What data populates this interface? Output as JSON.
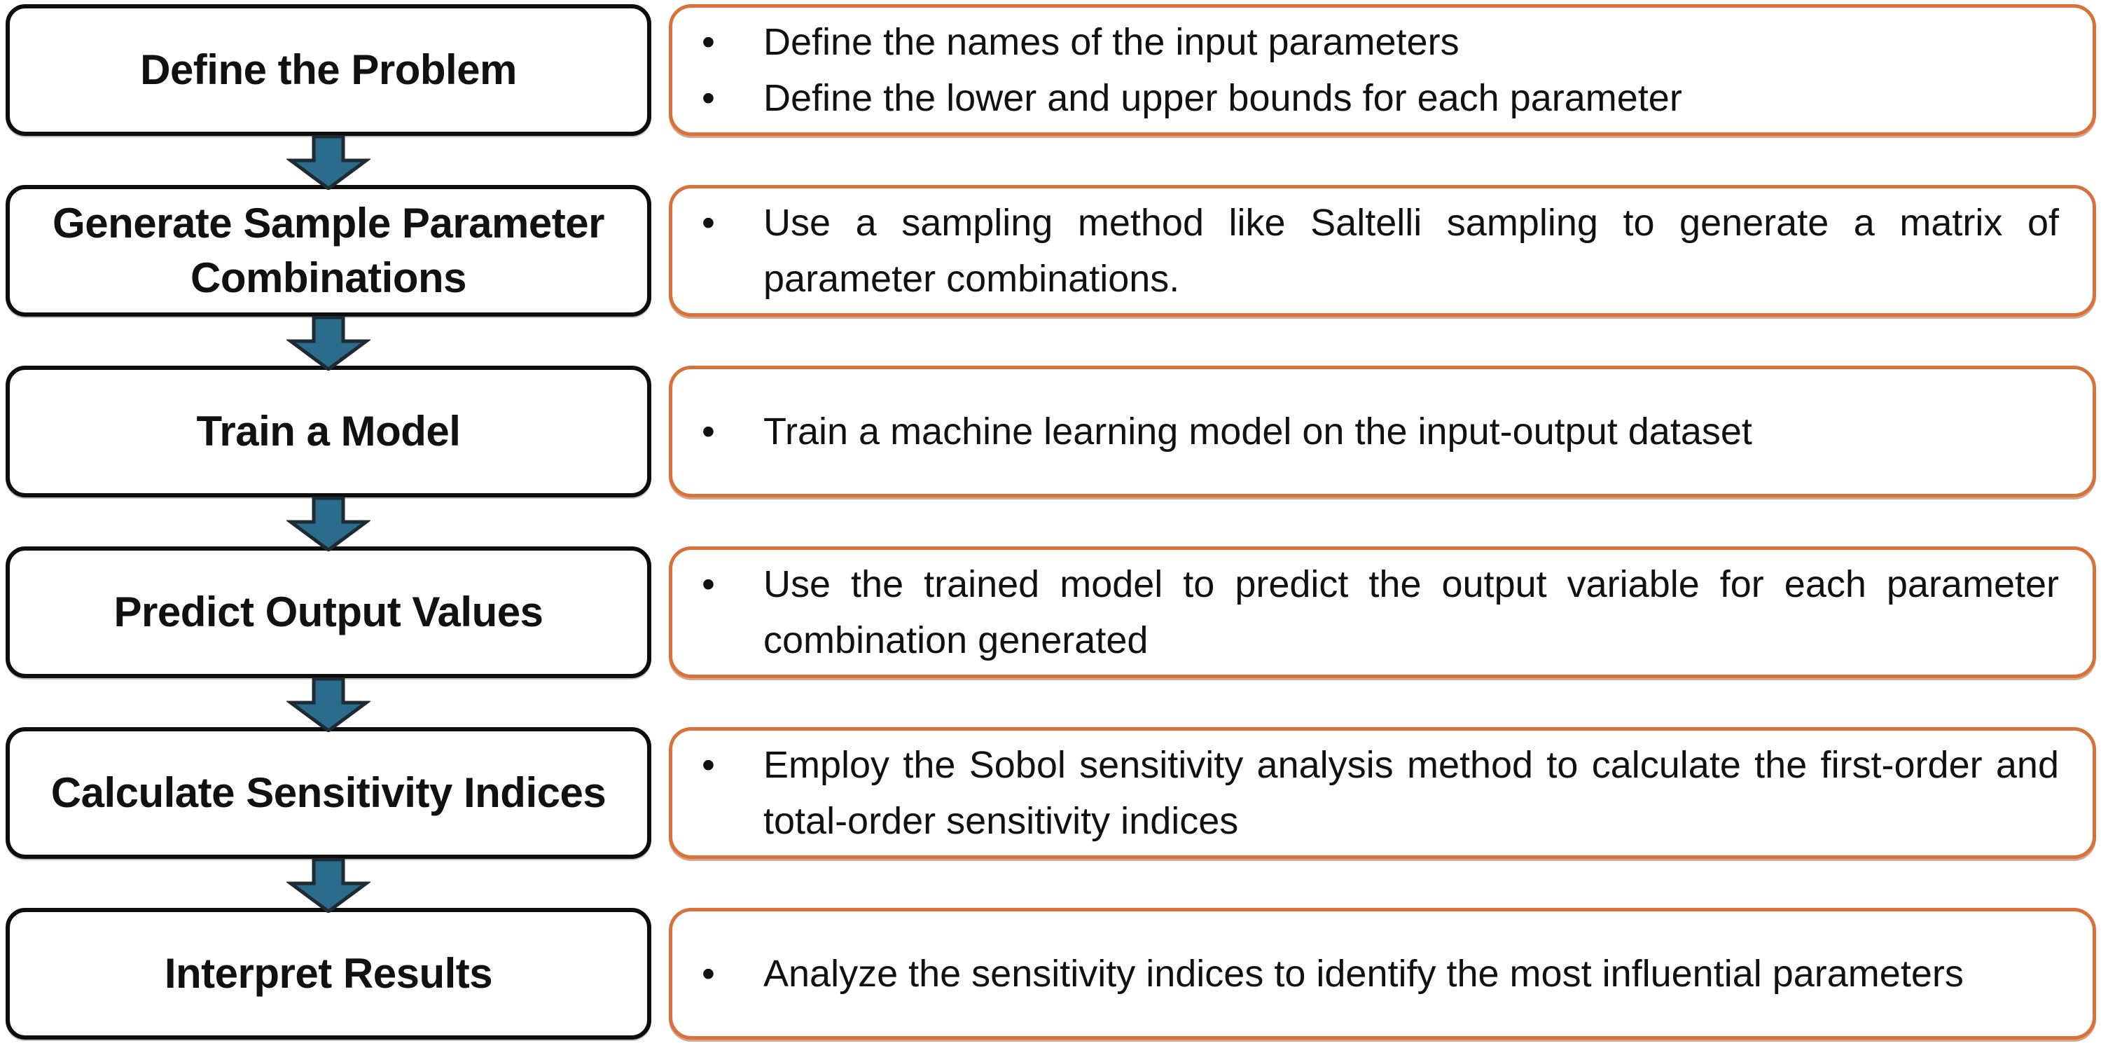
{
  "bullet_char": "•",
  "steps": [
    {
      "title": "Define the Problem",
      "bullets": [
        "Define the names of the input parameters",
        "Define the lower and upper bounds for each parameter"
      ]
    },
    {
      "title": "Generate Sample Parameter Combinations",
      "bullets": [
        "Use a sampling method like Saltelli sampling to generate a matrix of parameter combinations."
      ]
    },
    {
      "title": "Train a Model",
      "bullets": [
        "Train a machine learning model on the input-output dataset"
      ]
    },
    {
      "title": "Predict Output Values",
      "bullets": [
        "Use the trained model to predict the output variable for each parameter combination generated"
      ]
    },
    {
      "title": "Calculate Sensitivity Indices",
      "bullets": [
        "Employ the Sobol sensitivity analysis method to calculate the first-order and total-order sensitivity indices"
      ]
    },
    {
      "title": "Interpret Results",
      "bullets": [
        "Analyze the sensitivity indices to identify the most influential parameters"
      ]
    }
  ],
  "colors": {
    "background": "#ffffff",
    "title_box_border": "#0d0d0d",
    "detail_box_border": "#d8713a",
    "arrow_fill": "#2b6b8c",
    "arrow_stroke": "#1e2b33",
    "text": "#111111"
  }
}
